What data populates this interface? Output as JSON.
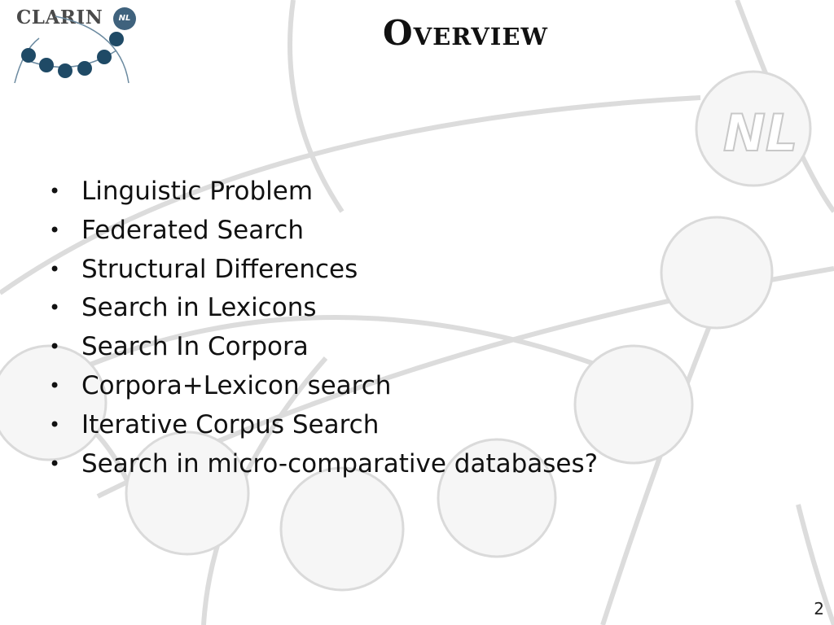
{
  "logo": {
    "name": "CLARIN",
    "badge": "NL"
  },
  "slide": {
    "title": "Overview",
    "bullets": [
      "Linguistic Problem",
      "Federated Search",
      "Structural Differences",
      "Search in Lexicons",
      "Search In Corpora",
      "Corpora+Lexicon search",
      "Iterative Corpus Search",
      "Search in micro-comparative databases?"
    ],
    "page_number": "2"
  },
  "colors": {
    "background": "#ffffff",
    "watermark_stroke": "#d9d9d9",
    "logo_dot": "#1f4a66",
    "text": "#111111"
  }
}
